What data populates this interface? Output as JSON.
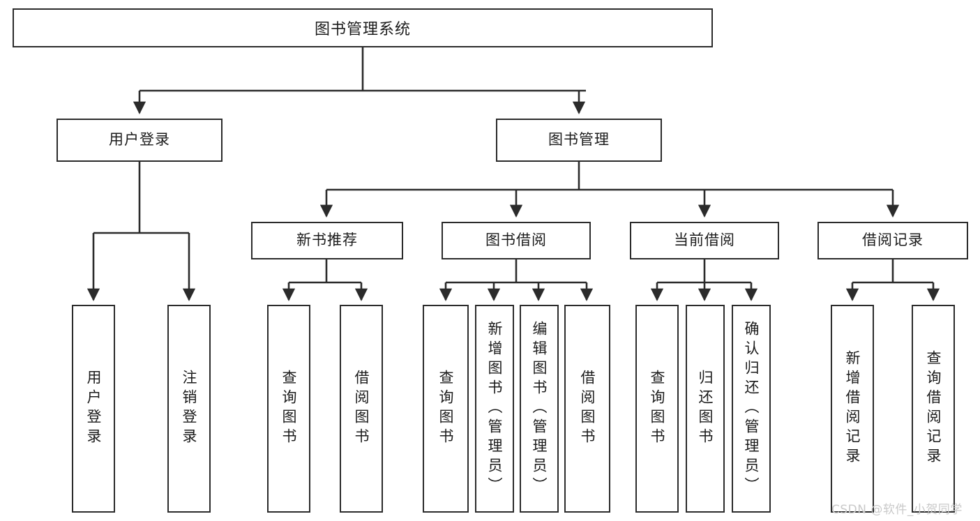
{
  "diagram": {
    "type": "tree",
    "title": "图书管理系统",
    "background_color": "#ffffff",
    "line_color": "#2b2b2b",
    "text_color": "#1b1b1b",
    "levels": 4,
    "nodes": {
      "root": {
        "label": "图书管理系统",
        "orientation": "horizontal"
      },
      "l2": [
        {
          "id": "user-login",
          "label": "用户登录",
          "orientation": "horizontal"
        },
        {
          "id": "book-management",
          "label": "图书管理",
          "orientation": "horizontal"
        }
      ],
      "l3": [
        {
          "id": "new-book-recommend",
          "label": "新书推荐",
          "orientation": "horizontal",
          "parent": "book-management"
        },
        {
          "id": "book-borrow",
          "label": "图书借阅",
          "orientation": "horizontal",
          "parent": "book-management"
        },
        {
          "id": "current-borrow",
          "label": "当前借阅",
          "orientation": "horizontal",
          "parent": "book-management"
        },
        {
          "id": "borrow-record",
          "label": "借阅记录",
          "orientation": "horizontal",
          "parent": "book-management"
        }
      ],
      "leaves": [
        {
          "id": "leaf-user-login",
          "label": "用户登录",
          "orientation": "vertical",
          "parent": "user-login"
        },
        {
          "id": "leaf-logout",
          "label": "注销登录",
          "orientation": "vertical",
          "parent": "user-login"
        },
        {
          "id": "leaf-query-book-1",
          "label": "查询图书",
          "orientation": "vertical",
          "parent": "new-book-recommend"
        },
        {
          "id": "leaf-borrow-book-1",
          "label": "借阅图书",
          "orientation": "vertical",
          "parent": "new-book-recommend"
        },
        {
          "id": "leaf-query-book-2",
          "label": "查询图书",
          "orientation": "vertical",
          "parent": "book-borrow"
        },
        {
          "id": "leaf-add-book",
          "label": "新增图书（管理员）",
          "orientation": "vertical",
          "parent": "book-borrow"
        },
        {
          "id": "leaf-edit-book",
          "label": "编辑图书（管理员）",
          "orientation": "vertical",
          "parent": "book-borrow"
        },
        {
          "id": "leaf-borrow-book-2",
          "label": "借阅图书",
          "orientation": "vertical",
          "parent": "book-borrow"
        },
        {
          "id": "leaf-query-book-3",
          "label": "查询图书",
          "orientation": "vertical",
          "parent": "current-borrow"
        },
        {
          "id": "leaf-return-book",
          "label": "归还图书",
          "orientation": "vertical",
          "parent": "current-borrow"
        },
        {
          "id": "leaf-confirm-return",
          "label": "确认归还（管理员）",
          "orientation": "vertical",
          "parent": "current-borrow"
        },
        {
          "id": "leaf-add-record",
          "label": "新增借阅记录",
          "orientation": "vertical",
          "parent": "borrow-record"
        },
        {
          "id": "leaf-query-record",
          "label": "查询借阅记录",
          "orientation": "vertical",
          "parent": "borrow-record"
        }
      ]
    }
  },
  "watermark": {
    "text": "CSDN @软件_小贺同学",
    "color": "#c9c9c9"
  }
}
